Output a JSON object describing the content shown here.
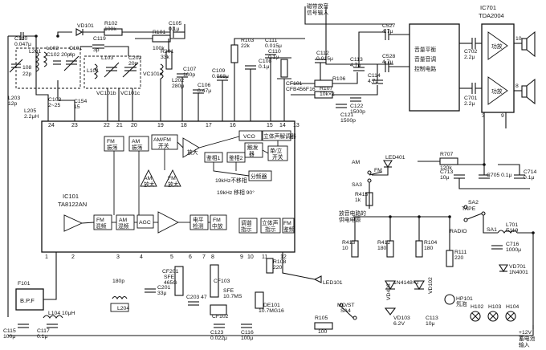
{
  "ic101": {
    "name": "IC101",
    "model": "TA8122AN"
  },
  "ic701": {
    "name": "IC701",
    "model": "TDA2004"
  },
  "blocks": {
    "fm_osc": "FM 振荡",
    "am_osc": "AM 振荡",
    "am_fm_switch": "AM/FM 开关",
    "amp": "放大",
    "vco": "VCO",
    "stereo_decoder": "立体声解调器",
    "pd1": "鉴相1",
    "pd2": "鉴相2",
    "trigger": "触发器",
    "mono_stereo": "单/立 开关",
    "am_amp": "AM 放大",
    "fm_amp": "FM 放大",
    "divider": "分频器",
    "note_19k": "19kHz不移相",
    "note_phase": "19kHz 移相 90°",
    "fm_mixer": "FM 混频",
    "am_mixer": "AM 混频",
    "agc": "AGC",
    "level_det": "电平 检测",
    "fm_if": "FM 中放",
    "tuning": "调谐 指示",
    "stereo_ind": "立体声 指示",
    "fm_disc": "FM 鉴频",
    "audio_proc": "音量平衡 音量音调 控制电路",
    "power_amp": "功放"
  },
  "labels": {
    "tape_input": "磁带放音 信号输入",
    "radio_supply": "放音电路的 供电电源",
    "battery_input": "+12V 蓄电池 输入",
    "am": "AM",
    "fm": "FM",
    "sa3": "SA3",
    "sa2_tape": "SA2 TAPE",
    "radio": "RADIO",
    "sa1": "SA1",
    "sa4": "MO/ST SA4",
    "bpf": "B.P.F",
    "f101": "F101"
  },
  "components": [
    "C120 0.047μ",
    "L201",
    "C108 22p",
    "VC101e",
    "L102 C102 20p",
    "C101 4p",
    "VC101d",
    "VD101",
    "R102 100k",
    "C119 3p",
    "C105 0.1μ",
    "R101 100k",
    "L103",
    "C202 20p",
    "VC101c",
    "L101",
    "C103 2~25",
    "C154 15",
    "VC101b",
    "R201 33k",
    "L202 280μ",
    "C107 100p",
    "C106 0.47μ",
    "R103 22k",
    "C109 0.068μ",
    "C108 0.1μ",
    "C111 0.015μ",
    "C110 0.1μ",
    "CF101 CFB456F16",
    "C112 0.015μ",
    "R106",
    "R107 10k×2",
    "C121 1500p",
    "C122 1500p",
    "C113 4.7μ",
    "C114 4.7μ",
    "C527 4.7μ",
    "C528 4.7μ",
    "C702 2.2μ",
    "C701 2.2μ",
    "L203 12p",
    "L205 2.2μH",
    "LED401",
    "C713 10μ",
    "R707 120k",
    "C705 0.1μ",
    "C714 0.1μ",
    "R415 1k",
    "L701 E119",
    "C716 1000μ",
    "VD701 1N4001",
    "R413 10",
    "R412 180",
    "R104 180",
    "R111 220",
    "R108 220",
    "VD103 6.2V",
    "VD102",
    "VD403",
    "1N4148×2",
    "C113 10μ",
    "HP101 氖泡",
    "H102",
    "H103",
    "H104",
    "LED101",
    "R105 100",
    "DE101 10.7MG16",
    "CF103 SFE 10.7MS",
    "CF102",
    "CF201 SFE 465G",
    "C203 47",
    "C201 33μ",
    "L204",
    "180p",
    "L104 10μH",
    "C115 100μ",
    "C117 0.1μ",
    "C123 0.022μ",
    "C116 100μ"
  ],
  "pins": [
    "24",
    "23",
    "22",
    "21",
    "20",
    "19",
    "18",
    "17",
    "16",
    "15",
    "14",
    "13",
    "1",
    "2",
    "3",
    "4",
    "5",
    "6",
    "7",
    "8",
    "9",
    "10",
    "11",
    "12"
  ]
}
